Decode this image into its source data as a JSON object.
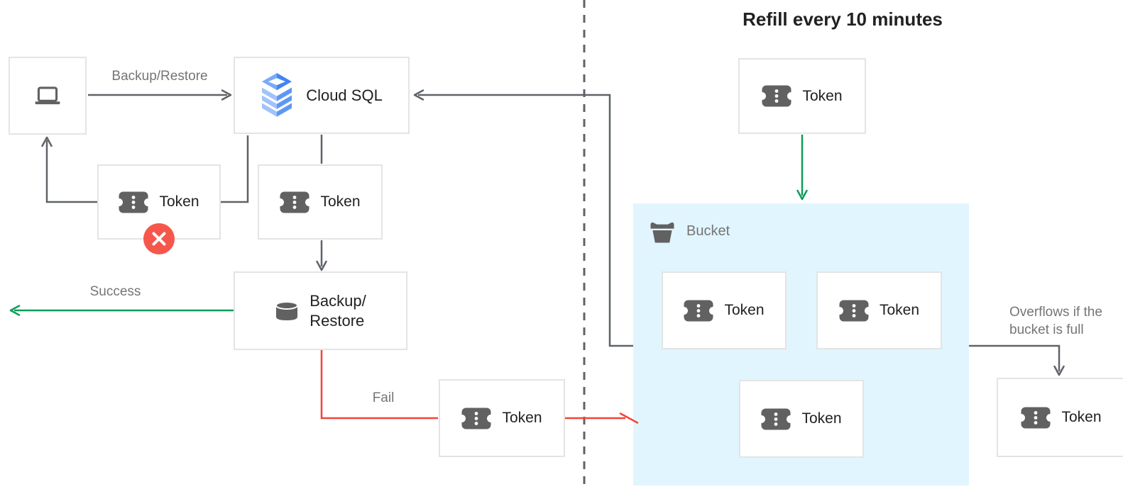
{
  "title": "Refill every 10 minutes",
  "labels": {
    "token": "Token",
    "bucket": "Bucket",
    "cloud_sql": "Cloud SQL",
    "backup_restore_line1": "Backup/",
    "backup_restore_line2": "Restore"
  },
  "edge_labels": {
    "backup_restore": "Backup/Restore",
    "success": "Success",
    "fail": "Fail",
    "overflow_line1": "Overflows if the",
    "overflow_line2": "bucket is full"
  },
  "nodes": [
    {
      "id": "client",
      "icon": "laptop-icon",
      "text": ""
    },
    {
      "id": "cloud-sql",
      "icon": "cloud-sql-icon",
      "text": "Cloud SQL"
    },
    {
      "id": "token-rejected",
      "icon": "token-icon",
      "text": "Token",
      "badge": "x-icon"
    },
    {
      "id": "token-to-cloudsql",
      "icon": "token-icon",
      "text": "Token"
    },
    {
      "id": "backup-restore",
      "icon": "database-icon",
      "text": "Backup/Restore"
    },
    {
      "id": "token-fail",
      "icon": "token-icon",
      "text": "Token"
    },
    {
      "id": "token-refill",
      "icon": "token-icon",
      "text": "Token"
    },
    {
      "id": "bucket",
      "icon": "bucket-icon",
      "text": "Bucket"
    },
    {
      "id": "token-bucket-1",
      "icon": "token-icon",
      "text": "Token"
    },
    {
      "id": "token-bucket-2",
      "icon": "token-icon",
      "text": "Token"
    },
    {
      "id": "token-bucket-3",
      "icon": "token-icon",
      "text": "Token"
    },
    {
      "id": "token-overflow",
      "icon": "token-icon",
      "text": "Token"
    }
  ],
  "edges": [
    {
      "from": "client",
      "to": "cloud-sql",
      "label": "Backup/Restore",
      "color": "gray"
    },
    {
      "from": "token-rejected",
      "to": "cloud-sql",
      "color": "gray"
    },
    {
      "from": "token-rejected",
      "to": "client",
      "color": "gray"
    },
    {
      "from": "cloud-sql",
      "to": "token-to-cloudsql",
      "color": "gray"
    },
    {
      "from": "token-to-cloudsql",
      "to": "backup-restore",
      "color": "gray"
    },
    {
      "from": "backup-restore",
      "to": "left-edge",
      "label": "Success",
      "color": "green"
    },
    {
      "from": "backup-restore",
      "to": "token-fail",
      "label": "Fail",
      "color": "red"
    },
    {
      "from": "token-fail",
      "to": "bucket",
      "color": "red"
    },
    {
      "from": "token-refill",
      "to": "bucket",
      "color": "green"
    },
    {
      "from": "bucket",
      "to": "cloud-sql",
      "color": "gray"
    },
    {
      "from": "bucket",
      "to": "token-overflow",
      "label": "Overflows if the bucket is full",
      "color": "gray"
    }
  ],
  "colors": {
    "success_green": "#0F9D58",
    "fail_red": "#F44336",
    "reject_badge_red": "#F6574C",
    "bucket_fill": "#E1F5FE",
    "connector_gray": "#5F6368",
    "icon_gray": "#616161",
    "cloud_sql_blue": "#4285F4",
    "cloud_sql_blue_light": "#A1C2FA",
    "box_border": "#E4E4E4",
    "label_gray": "#757575",
    "text_dark": "#212121"
  }
}
